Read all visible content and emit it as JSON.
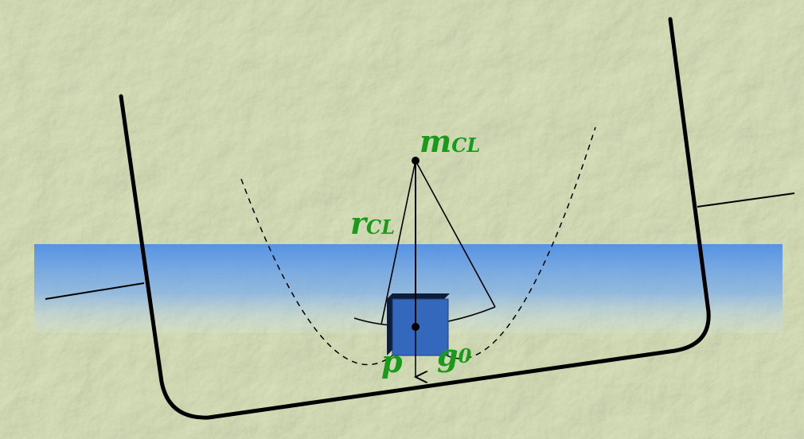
{
  "diagram": {
    "colors": {
      "background": "#e6ecd1",
      "water": "#5f9be8",
      "hull": "#000000",
      "block": "#3366bb",
      "label": "#1a9a1a"
    },
    "labels": {
      "metacenter": "m",
      "metacenter_sub": "CL",
      "radius": "r",
      "radius_sub": "CL",
      "point": "p",
      "gravity": "g",
      "gravity_sub": "0"
    }
  }
}
